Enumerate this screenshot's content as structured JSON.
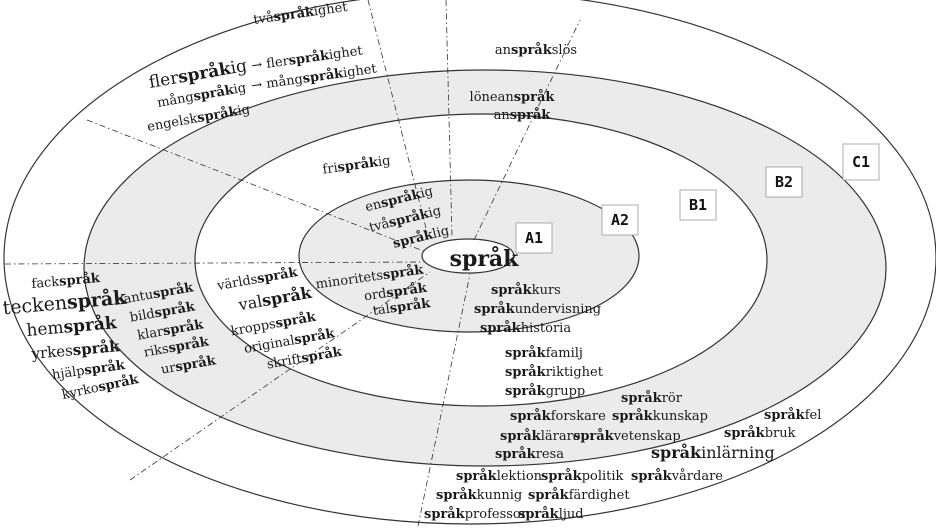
{
  "center": {
    "word": "språk"
  },
  "levels": [
    {
      "label": "A1",
      "fill": "#ffffff"
    },
    {
      "label": "A2",
      "fill": "#ebebeb"
    },
    {
      "label": "B1",
      "fill": "#ffffff"
    },
    {
      "label": "B2",
      "fill": "#ebebeb"
    },
    {
      "label": "C1",
      "fill": "#ffffff"
    }
  ],
  "words": {
    "w01": {
      "pre": "två",
      "bold": "språk",
      "post": "ighet"
    },
    "w02": {
      "pre": "fler",
      "bold": "språk",
      "post": "ig"
    },
    "w03": {
      "pre": "→ fler",
      "bold": "språk",
      "post": "ighet"
    },
    "w04": {
      "pre": "mång",
      "bold": "språk",
      "post": "ig"
    },
    "w05": {
      "pre": "→ mång",
      "bold": "språk",
      "post": "ighet"
    },
    "w06": {
      "pre": "engelsk",
      "bold": "språk",
      "post": "ig"
    },
    "w07": {
      "pre": "an",
      "bold": "språk",
      "post": "slös"
    },
    "w08": {
      "pre": "lönean",
      "bold": "språk",
      "post": ""
    },
    "w09": {
      "pre": "an",
      "bold": "språk",
      "post": ""
    },
    "w10": {
      "pre": "fri",
      "bold": "språk",
      "post": "ig"
    },
    "w11": {
      "pre": "en",
      "bold": "språk",
      "post": "ig"
    },
    "w12": {
      "pre": "två",
      "bold": "språk",
      "post": "ig"
    },
    "w13": {
      "pre": "",
      "bold": "språk",
      "post": "lig"
    },
    "w14": {
      "pre": "minoritets",
      "bold": "språk",
      "post": ""
    },
    "w15": {
      "pre": "ord",
      "bold": "språk",
      "post": ""
    },
    "w16": {
      "pre": "tal",
      "bold": "språk",
      "post": ""
    },
    "w17": {
      "pre": "fack",
      "bold": "språk",
      "post": ""
    },
    "w18": {
      "pre": "tecken",
      "bold": "språk",
      "post": ""
    },
    "w19": {
      "pre": "hem",
      "bold": "språk",
      "post": ""
    },
    "w20": {
      "pre": "yrkes",
      "bold": "språk",
      "post": ""
    },
    "w21": {
      "pre": "hjälp",
      "bold": "språk",
      "post": ""
    },
    "w22": {
      "pre": "kyrko",
      "bold": "språk",
      "post": ""
    },
    "w23": {
      "pre": "bantu",
      "bold": "språk",
      "post": ""
    },
    "w24": {
      "pre": "bild",
      "bold": "språk",
      "post": ""
    },
    "w25": {
      "pre": "klar",
      "bold": "språk",
      "post": ""
    },
    "w26": {
      "pre": "riks",
      "bold": "språk",
      "post": ""
    },
    "w27": {
      "pre": "ur",
      "bold": "språk",
      "post": ""
    },
    "w28": {
      "pre": "världs",
      "bold": "språk",
      "post": ""
    },
    "w29": {
      "pre": "val",
      "bold": "språk",
      "post": ""
    },
    "w30": {
      "pre": "kropps",
      "bold": "språk",
      "post": ""
    },
    "w31": {
      "pre": "original",
      "bold": "språk",
      "post": ""
    },
    "w32": {
      "pre": "skrift",
      "bold": "språk",
      "post": ""
    },
    "w33": {
      "pre": "",
      "bold": "språk",
      "post": "kurs"
    },
    "w34": {
      "pre": "",
      "bold": "språk",
      "post": "undervisning"
    },
    "w35": {
      "pre": "",
      "bold": "språk",
      "post": "historia"
    },
    "w36": {
      "pre": "",
      "bold": "språk",
      "post": "familj"
    },
    "w37": {
      "pre": "",
      "bold": "språk",
      "post": "riktighet"
    },
    "w38": {
      "pre": "",
      "bold": "språk",
      "post": "grupp"
    },
    "w39": {
      "pre": "",
      "bold": "språk",
      "post": "rör"
    },
    "w40": {
      "pre": "",
      "bold": "språk",
      "post": "forskare"
    },
    "w41": {
      "pre": "",
      "bold": "språk",
      "post": "kunskap"
    },
    "w42": {
      "pre": "",
      "bold": "språk",
      "post": "lärare"
    },
    "w43": {
      "pre": "",
      "bold": "språk",
      "post": "vetenskap"
    },
    "w44": {
      "pre": "",
      "bold": "språk",
      "post": "resa"
    },
    "w45": {
      "pre": "",
      "bold": "språk",
      "post": "fel"
    },
    "w46": {
      "pre": "",
      "bold": "språk",
      "post": "bruk"
    },
    "w47": {
      "pre": "",
      "bold": "språk",
      "post": "inlärning"
    },
    "w48": {
      "pre": "",
      "bold": "språk",
      "post": "lektion"
    },
    "w49": {
      "pre": "",
      "bold": "språk",
      "post": "politik"
    },
    "w50": {
      "pre": "",
      "bold": "språk",
      "post": "vårdare"
    },
    "w51": {
      "pre": "",
      "bold": "språk",
      "post": "kunnig"
    },
    "w52": {
      "pre": "",
      "bold": "språk",
      "post": "färdighet"
    },
    "w53": {
      "pre": "",
      "bold": "språk",
      "post": "professor"
    },
    "w54": {
      "pre": "",
      "bold": "språk",
      "post": "ljud"
    }
  }
}
